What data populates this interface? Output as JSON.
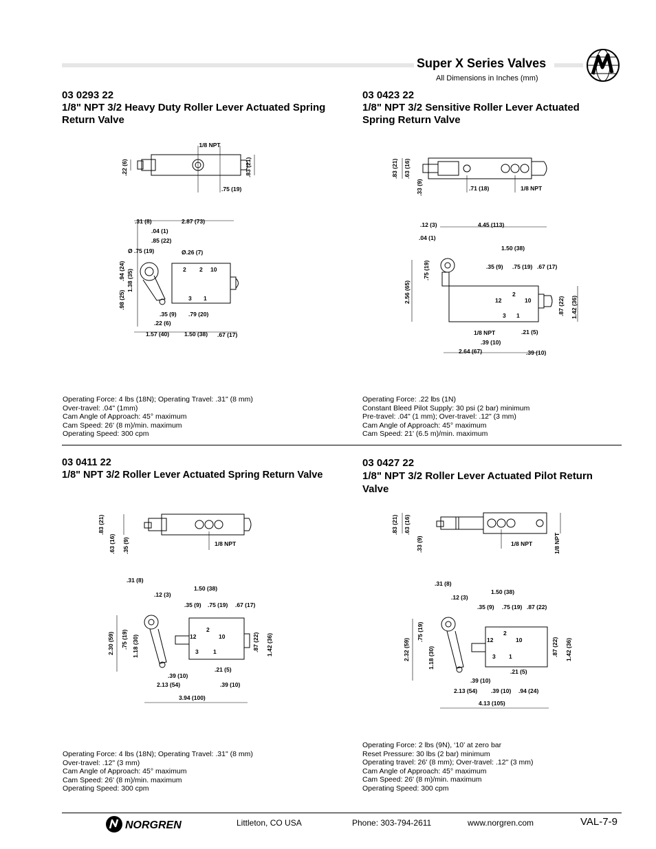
{
  "header": {
    "title": "Super X Series Valves",
    "subtitle": "All Dimensions in Inches (mm)"
  },
  "sections": [
    {
      "part_number": "03 0293 22",
      "description": "1/8\" NPT 3/2 Heavy Duty Roller Lever Actuated Spring Return Valve",
      "specs": [
        "Operating Force: 4 lbs (18N);  Operating Travel: .31\" (8 mm)",
        "Over-travel: .04\" (1mm)",
        "Cam Angle of Approach: 45° maximum",
        "Cam Speed: 26' (8 m)/min. maximum",
        "Operating Speed: 300 cpm"
      ]
    },
    {
      "part_number": "03 0423 22",
      "description": "1/8\" NPT 3/2 Sensitive Roller Lever Actuated Spring Return Valve",
      "specs": [
        "Operating Force: .22 lbs (1N)",
        "Constant Bleed Pilot Supply: 30 psi (2 bar) minimum",
        "Pre-travel: .04\" (1 mm);  Over-travel: .12\" (3 mm)",
        "Cam Angle of Approach: 45° maximum",
        "Cam Speed: 21' (6.5 m)/min. maximum"
      ]
    },
    {
      "part_number": "03 0411 22",
      "description": "1/8\" NPT 3/2 Roller Lever Actuated Spring Return Valve",
      "specs": [
        "Operating Force: 4 lbs (18N);  Operating Travel: .31\" (8 mm)",
        "Over-travel: .12\" (3 mm)",
        "Cam Angle of Approach: 45° maximum",
        "Cam Speed: 26' (8 m)/min. maximum",
        "Operating Speed: 300 cpm"
      ]
    },
    {
      "part_number": "03 0427 22",
      "description": "1/8\" NPT 3/2 Roller Lever Actuated Pilot Return Valve",
      "specs": [
        "Operating Force: 2 lbs (9N), ‘10’ at zero bar",
        "Reset Pressure: 30 lbs (2 bar) minimum",
        "Operating travel: 26' (8 mm);  Over-travel: .12\" (3 mm)",
        "Cam Angle of Approach: 45° maximum",
        "Cam Speed: 26' (8 m)/min. maximum",
        "Operating Speed: 300 cpm"
      ]
    }
  ],
  "drawings": {
    "d1_top": [
      "1/8 NPT",
      ".22 (6)",
      ".83 (21)",
      ".75 (19)"
    ],
    "d1_front": [
      ".31 (8)",
      "2.87 (73)",
      ".04 (1)",
      ".85 (22)",
      "Ø .75 (19)",
      "Ø.26 (7)",
      ".94 (24)",
      "1.38 (35)",
      ".98 (25)",
      "2",
      "2",
      "10",
      "3",
      "1",
      ".35 (9)",
      ".79 (20)",
      ".22 (6)",
      "1.57 (40)",
      "1.50 (38)",
      ".67 (17)"
    ],
    "d2_top": [
      ".83 (21)",
      ".63 (16)",
      ".33 (9)",
      ".71 (18)",
      "1/8 NPT"
    ],
    "d2_front": [
      ".12 (3)",
      "4.45 (113)",
      ".04 (1)",
      "1.50 (38)",
      ".75 (19)",
      ".35 (9)",
      ".75 (19)",
      ".67 (17)",
      "2.56 (65)",
      "2",
      "12",
      "10",
      "3",
      "1",
      ".87 (22)",
      "1.42 (36)",
      "1/8 NPT",
      ".21 (5)",
      ".39 (10)",
      "2.64 (67)",
      ".39 (10)"
    ],
    "d3_top": [
      ".83 (21)",
      ".63 (16)",
      ".35 (9)",
      "1/8 NPT"
    ],
    "d3_front": [
      ".31 (8)",
      ".12 (3)",
      "1.50 (38)",
      ".35 (9)",
      ".75 (19)",
      ".67 (17)",
      "2.30 (59)",
      ".75 (19)",
      "1.18 (30)",
      "2",
      "12",
      "10",
      "3",
      "1",
      ".87 (22)",
      "1.42 (36)",
      ".21 (5)",
      ".39 (10)",
      "2.13 (54)",
      ".39 (10)",
      "3.94 (100)"
    ],
    "d4_top": [
      ".83 (21)",
      ".63 (16)",
      ".33 (9)",
      "1/8 NPT",
      "1/8 NPT"
    ],
    "d4_front": [
      ".31 (8)",
      ".12 (3)",
      "1.50 (38)",
      ".35 (9)",
      ".75 (19)",
      ".87 (22)",
      "2.32 (59)",
      ".75 (19)",
      "1.18 (30)",
      "2",
      "12",
      "10",
      "3",
      "1",
      ".87 (22)",
      "1.42 (36)",
      ".21 (5)",
      ".39 (10)",
      "2.13 (54)",
      ".39 (10)",
      ".94 (24)",
      "4.13 (105)"
    ]
  },
  "footer": {
    "logo_text": "NORGREN",
    "location": "Littleton,  CO  USA",
    "phone": "Phone: 303-794-2611",
    "web": "www.norgren.com",
    "page": "VAL-7-9"
  }
}
